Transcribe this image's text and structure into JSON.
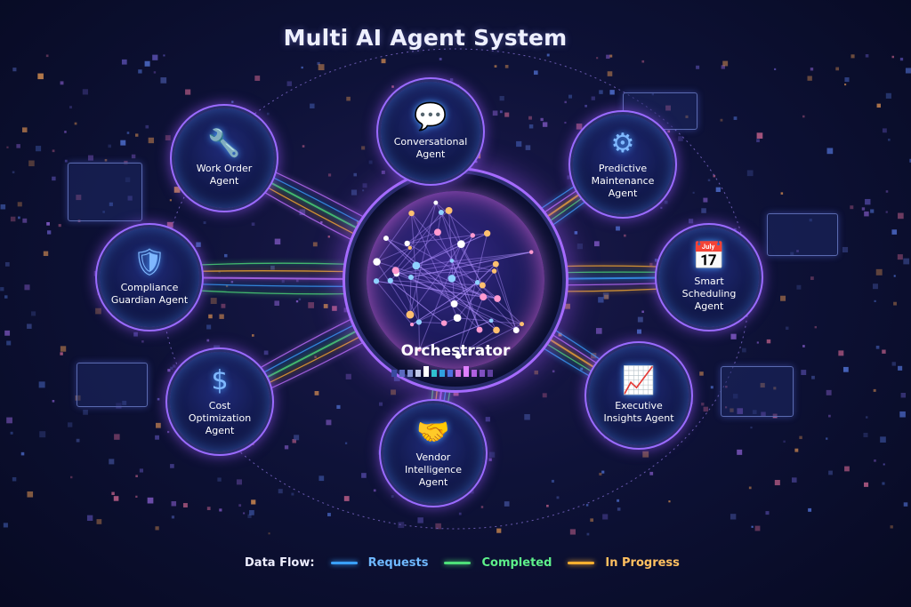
{
  "title": "Multi AI Agent System",
  "orchestrator": {
    "label": "Orchestrator"
  },
  "agents": [
    {
      "label": "Conversational Agent",
      "icon": "chat-bubbles-icon",
      "glyph": "💬"
    },
    {
      "label": "Work Order Agent",
      "icon": "wrench-icon",
      "glyph": "🔧"
    },
    {
      "label": "Predictive Maintenance Agent",
      "icon": "brain-gear-icon",
      "glyph": "⚙"
    },
    {
      "label": "Compliance Guardian Agent",
      "icon": "shield-check-icon",
      "glyph": "🛡"
    },
    {
      "label": "Smart Scheduling Agent",
      "icon": "calendar-clock-icon",
      "glyph": "📅"
    },
    {
      "label": "Cost Optimization Agent",
      "icon": "shield-dollar-icon",
      "glyph": "$"
    },
    {
      "label": "Executive Insights Agent",
      "icon": "bar-chart-growth-icon",
      "glyph": "📈"
    },
    {
      "label": "Vendor Intelligence Agent",
      "icon": "handshake-buildings-icon",
      "glyph": "🤝"
    }
  ],
  "legend": {
    "title": "Data Flow:",
    "items": [
      {
        "label": "Requests",
        "color": "#3aa0ff"
      },
      {
        "label": "Completed",
        "color": "#4ee07a"
      },
      {
        "label": "In Progress",
        "color": "#ffb030"
      }
    ]
  },
  "colors": {
    "accent": "#a56bff",
    "background": "#0e1238"
  }
}
